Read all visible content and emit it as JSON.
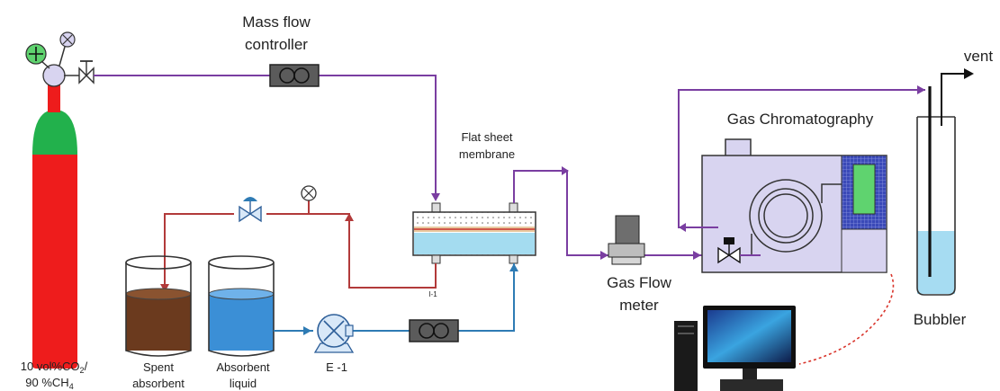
{
  "labels": {
    "mfc_line1": "Mass flow",
    "mfc_line2": "controller",
    "membrane_line1": "Flat sheet",
    "membrane_line2": "membrane",
    "module_tag": "I-1",
    "gc": "Gas Chromatography",
    "vent": "vent",
    "flow_meter_line1": "Gas Flow",
    "flow_meter_line2": "meter",
    "bubbler": "Bubbler",
    "pump": "E -1",
    "cylinder_line1_a": "10 vol%CO",
    "cylinder_line1_sub": "2",
    "cylinder_line1_b": "/",
    "cylinder_line2_a": "90 %CH",
    "cylinder_line2_sub": "4",
    "spent_line1": "Spent",
    "spent_line2": "absorbent",
    "absorbent_line1": "Absorbent",
    "absorbent_line2": "liquid"
  },
  "colors": {
    "gas_line": "#7a3ea1",
    "liquid_return_line": "#b23a3a",
    "liquid_feed_line": "#2e7bb4",
    "cylinder": "#ee1c1c",
    "cylinder_cap": "#22b14c",
    "spent_liquid": "#6b3a1e",
    "absorbent_liquid": "#3b8fd6",
    "bubbler_liquid": "#a6dcf2",
    "gc_body": "#d8d4f0",
    "signal_cable": "#d9342b"
  },
  "icons": [
    "gauge-icon",
    "valve-icon",
    "pump-icon",
    "computer-icon"
  ]
}
